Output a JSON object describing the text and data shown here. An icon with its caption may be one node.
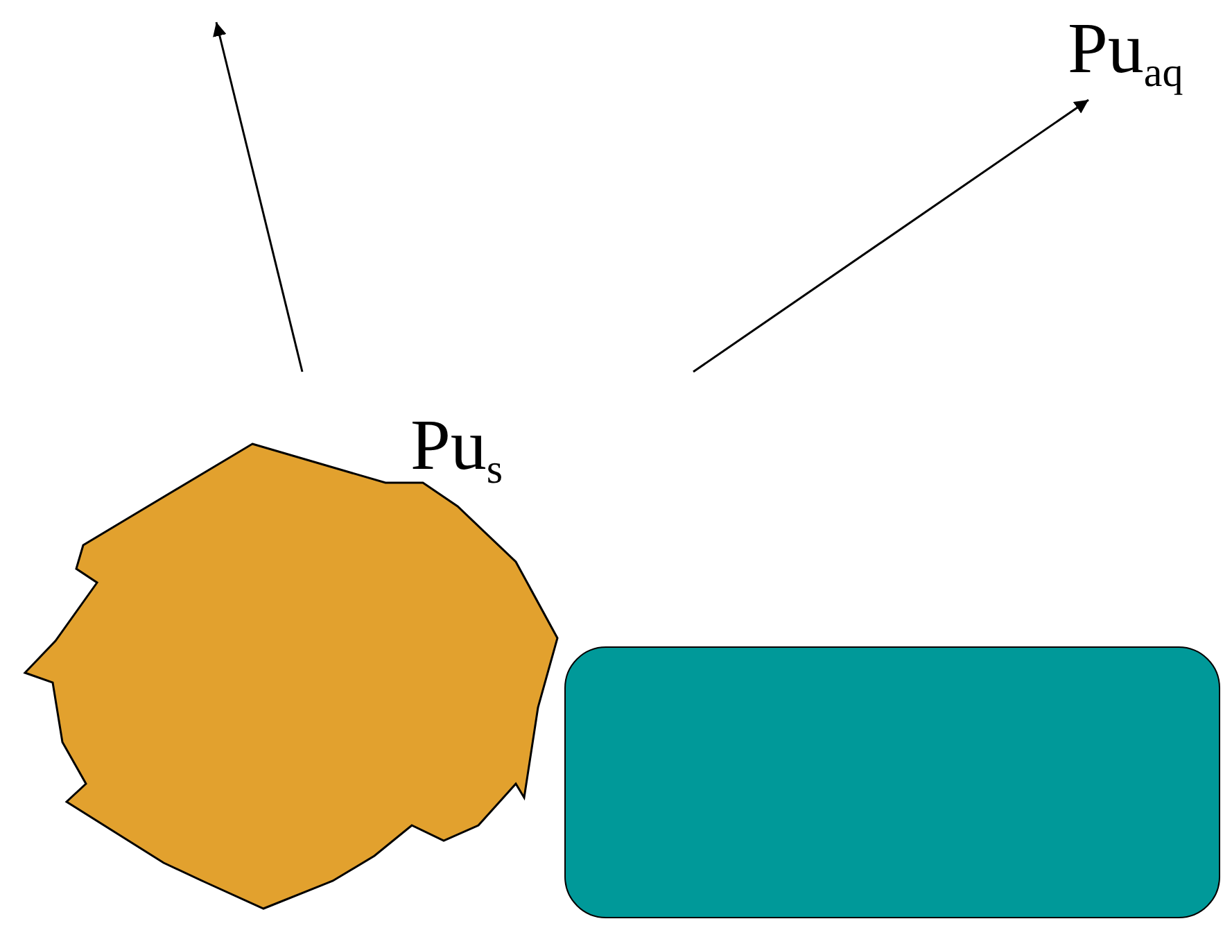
{
  "diagram": {
    "nodes": [
      {
        "text": [],
        "shape": "blob"
      },
      {
        "text": [],
        "shape": "box"
      },
      {
        "text": [
          "Pu$_{aq}$"
        ]
      }
    ],
    "edges": [
      {
        "from": null,
        "to": 2,
        "arrow": "to"
      }
    ],
    "labels": [
      "Pu$_{s}$"
    ]
  }
}
